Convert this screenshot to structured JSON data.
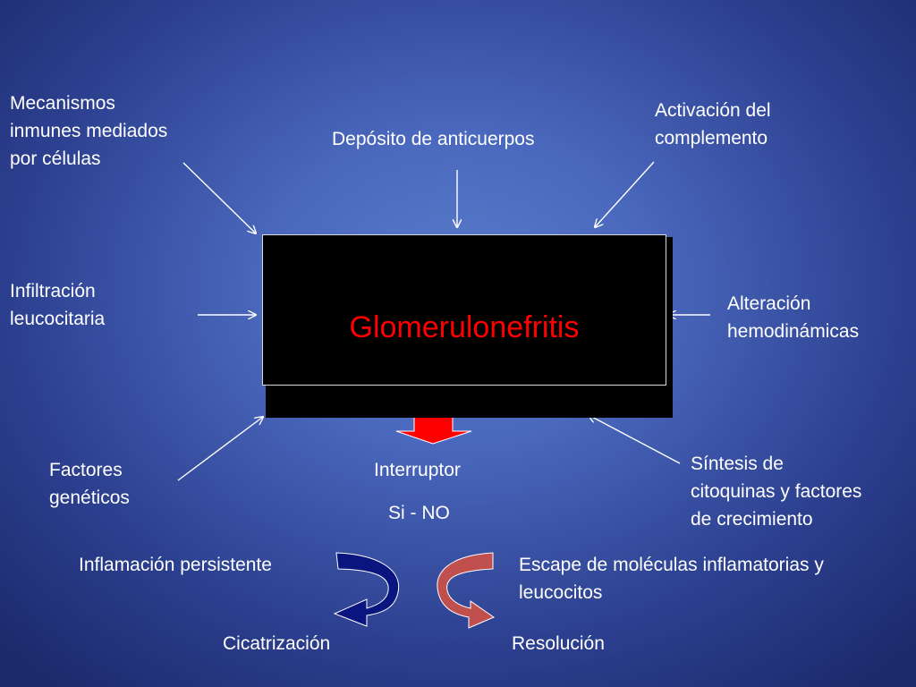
{
  "diagram": {
    "center_title": "Glomerulonefritis",
    "colors": {
      "background": "#4a68bd",
      "box": "#000000",
      "title": "#ff0000",
      "down_arrow": "#ff0000",
      "curved_arrow_left": "#0a1580",
      "curved_arrow_right": "#c0504d"
    },
    "inputs": {
      "top_left": "Mecanismos\ninmunes mediados\npor células",
      "top_center": "Depósito de anticuerpos",
      "top_right": "Activación del\ncomplemento",
      "mid_left": "Infiltración\nleucocitaria",
      "mid_right": "Alteración\nhemodinámicas",
      "bottom_left": "Factores\ngenéticos",
      "bottom_right": "Síntesis de\ncitoquinas y factores\nde crecimiento"
    },
    "switch": {
      "label": "Interruptor",
      "value": "Si - NO"
    },
    "outcomes": {
      "left_process": "Inflamación persistente",
      "left_result": "Cicatrización",
      "right_process": "Escape de moléculas inflamatorias y\nleucocitos",
      "right_result": "Resolución"
    }
  }
}
